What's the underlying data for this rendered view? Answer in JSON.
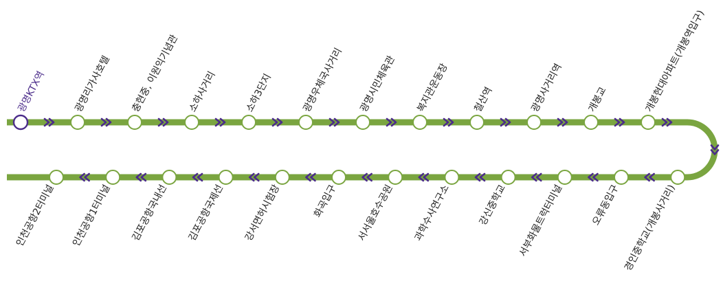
{
  "colors": {
    "line": "#7aa540",
    "arrow": "#4b2c8a",
    "station_fill": "#ffffff",
    "first_station_stroke": "#4b2c8a",
    "label": "#222222",
    "first_label": "#4b2c8a"
  },
  "route": {
    "upper_stations": [
      "광명KTX역",
      "광명리가사호텔",
      "충현중, 이원익기념관",
      "소하사거리",
      "소하3단지",
      "광명우체국사거리",
      "광명시민체육관",
      "복지관운동장",
      "철산역",
      "광명사거리역",
      "개봉교",
      "개봉현대아파트(개봉역입구)"
    ],
    "lower_stations": [
      "인천공항2터미널",
      "인천공항1터미널",
      "김포공항국내선",
      "김포공항국제선",
      "강서면허시험장",
      "화곡입구",
      "서서울호수공원",
      "과학수사연구소",
      "강신중학교",
      "서부화물트럭터미널",
      "오류동입구",
      "경인중학교(개봉사거리)"
    ]
  }
}
